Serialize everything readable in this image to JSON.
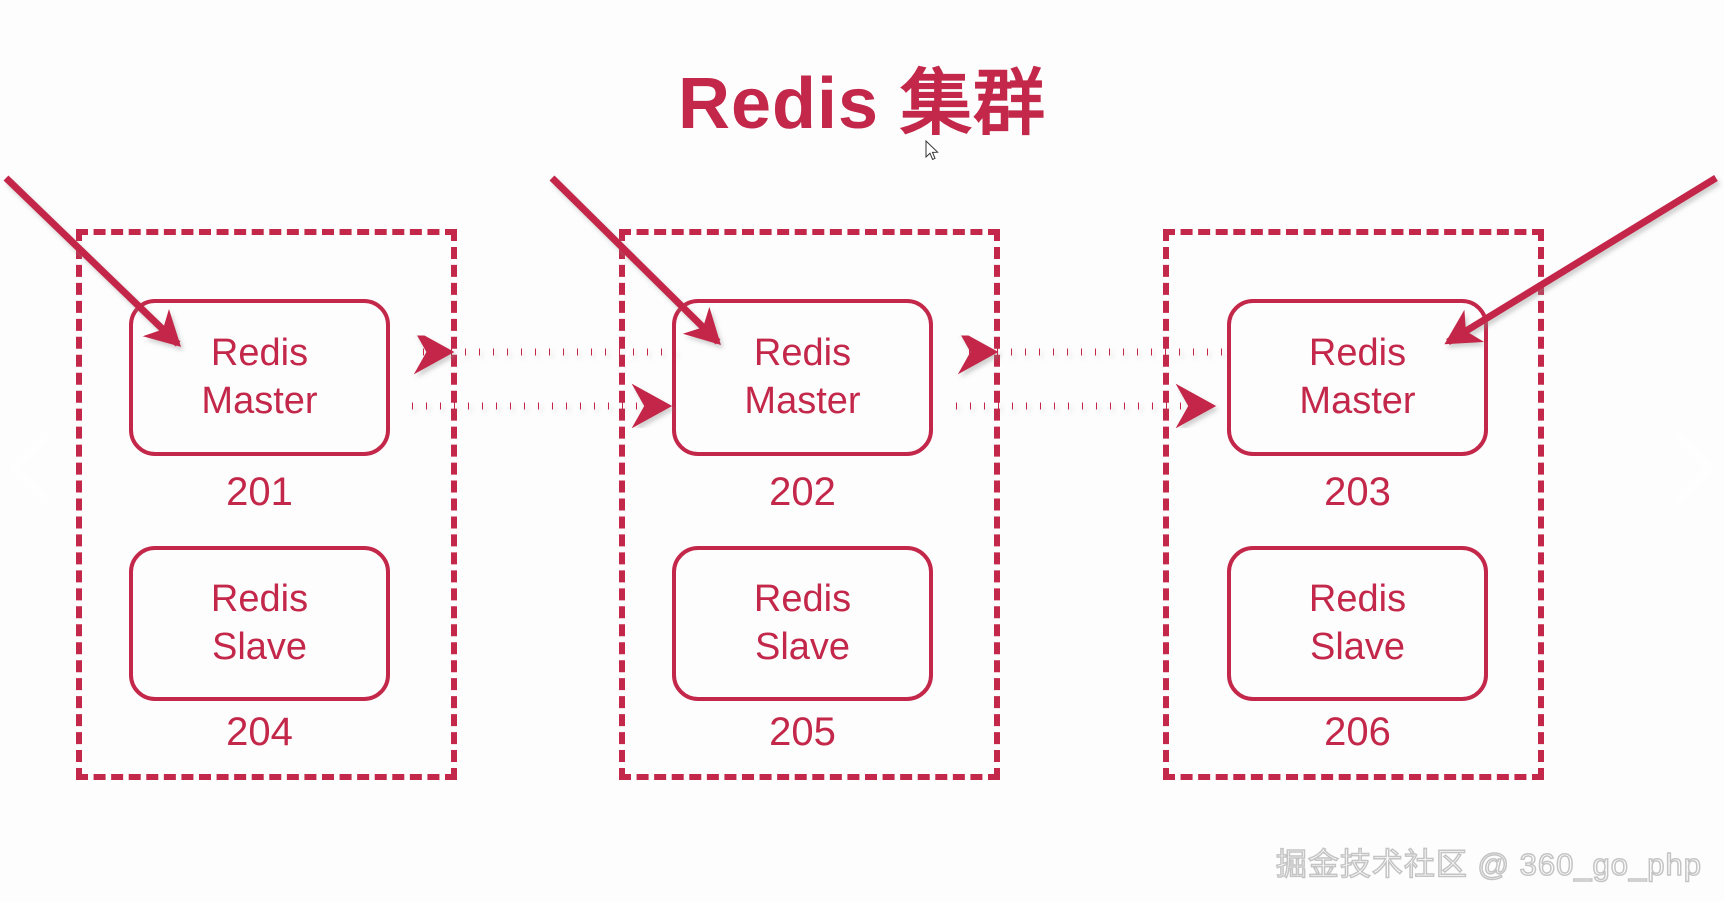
{
  "slide": {
    "title": "Redis 集群",
    "accent_color": "#C32749",
    "background_color": "#FDFDFD"
  },
  "groups": [
    {
      "id": "group-0",
      "master": {
        "line1": "Redis",
        "line2": "Master",
        "port": "201"
      },
      "slave": {
        "line1": "Redis",
        "line2": "Slave",
        "port": "204"
      }
    },
    {
      "id": "group-1",
      "master": {
        "line1": "Redis",
        "line2": "Master",
        "port": "202"
      },
      "slave": {
        "line1": "Redis",
        "line2": "Slave",
        "port": "205"
      }
    },
    {
      "id": "group-2",
      "master": {
        "line1": "Redis",
        "line2": "Master",
        "port": "203"
      },
      "slave": {
        "line1": "Redis",
        "line2": "Slave",
        "port": "206"
      }
    }
  ],
  "connections": [
    {
      "from": "202",
      "to": "201",
      "direction": "left",
      "style": "dotted"
    },
    {
      "from": "201",
      "to": "202",
      "direction": "right",
      "style": "dotted"
    },
    {
      "from": "203",
      "to": "202",
      "direction": "left",
      "style": "dotted"
    },
    {
      "from": "202",
      "to": "203",
      "direction": "right",
      "style": "dotted"
    }
  ],
  "pointer_arrows": [
    {
      "target": "201",
      "style": "solid"
    },
    {
      "target": "202",
      "style": "solid"
    },
    {
      "target": "203",
      "style": "solid"
    }
  ],
  "nav": {
    "prev_icon": "chevron-left-icon",
    "next_icon": "chevron-right-icon"
  },
  "watermark": {
    "text": "掘金技术社区 @ 360_go_php"
  },
  "cursor": {
    "icon": "mouse-pointer-icon"
  }
}
